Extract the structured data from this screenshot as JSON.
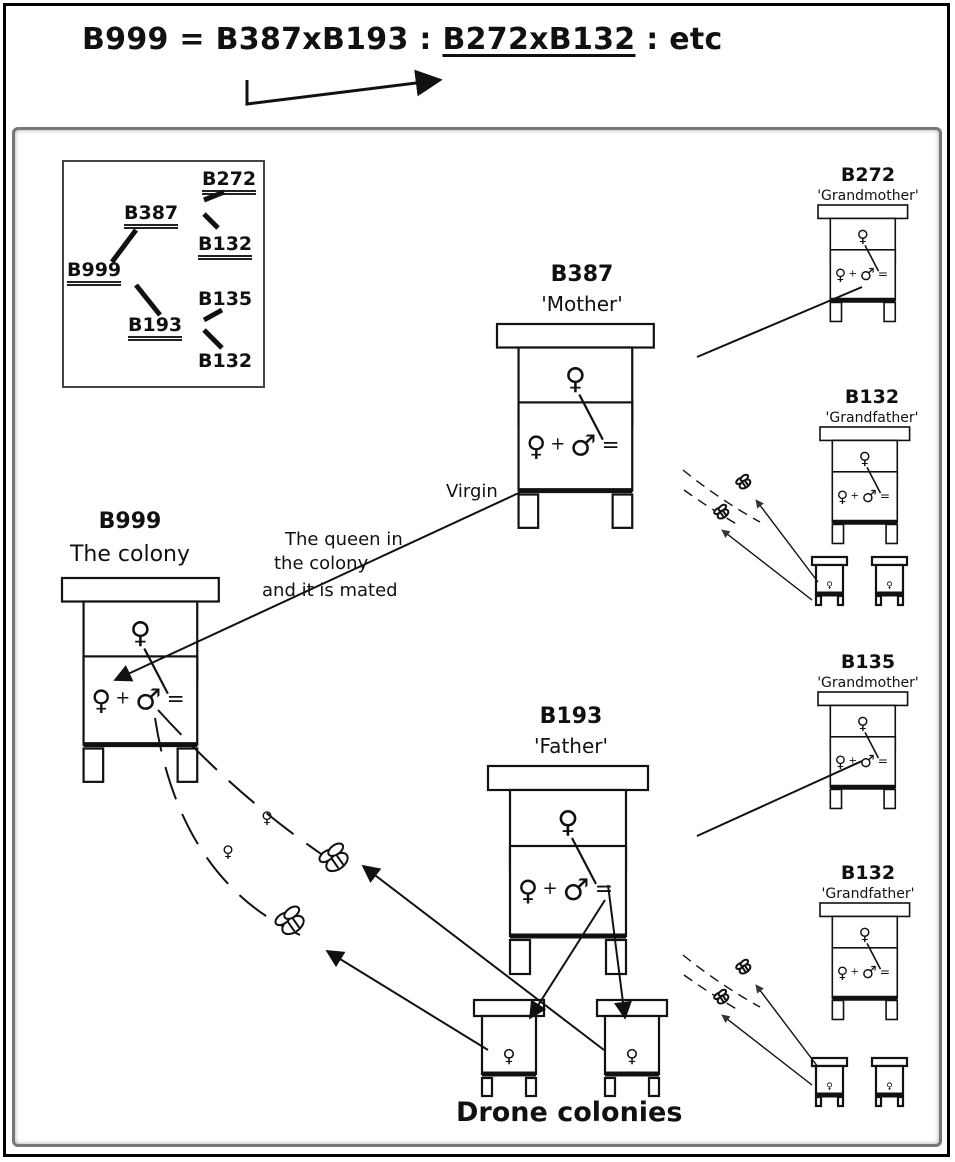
{
  "formula": {
    "lhs": "B999 = B387xB193 : ",
    "underlined": "B272xB132",
    "rhs": " : etc"
  },
  "pedigree": {
    "b999": "B999",
    "b387": "B387",
    "b193": "B193",
    "b272": "B272",
    "b132_top": "B132",
    "b135": "B135",
    "b132_bottom": "B132"
  },
  "colony": {
    "code": "B999",
    "label": "The colony"
  },
  "mother": {
    "code": "B387",
    "label": "'Mother'"
  },
  "father": {
    "code": "B193",
    "label": "'Father'"
  },
  "grandparents": [
    {
      "code": "B272",
      "label": "'Grandmother'"
    },
    {
      "code": "B132",
      "label": "'Grandfather'"
    },
    {
      "code": "B135",
      "label": "'Grandmother'"
    },
    {
      "code": "B132",
      "label": "'Grandfather'"
    }
  ],
  "annotations": {
    "virgin": "Virgin",
    "queen_note_1": "The queen in",
    "queen_note_2": "the colony",
    "queen_note_3": "and it is mated"
  },
  "symbols": {
    "female": "♀",
    "male": "♂",
    "plus": "+",
    "equals": "="
  },
  "drone_colonies_label": "Drone colonies",
  "colors": {
    "ink": "#111111",
    "frame": "#000000",
    "panel_border": "#777777"
  }
}
